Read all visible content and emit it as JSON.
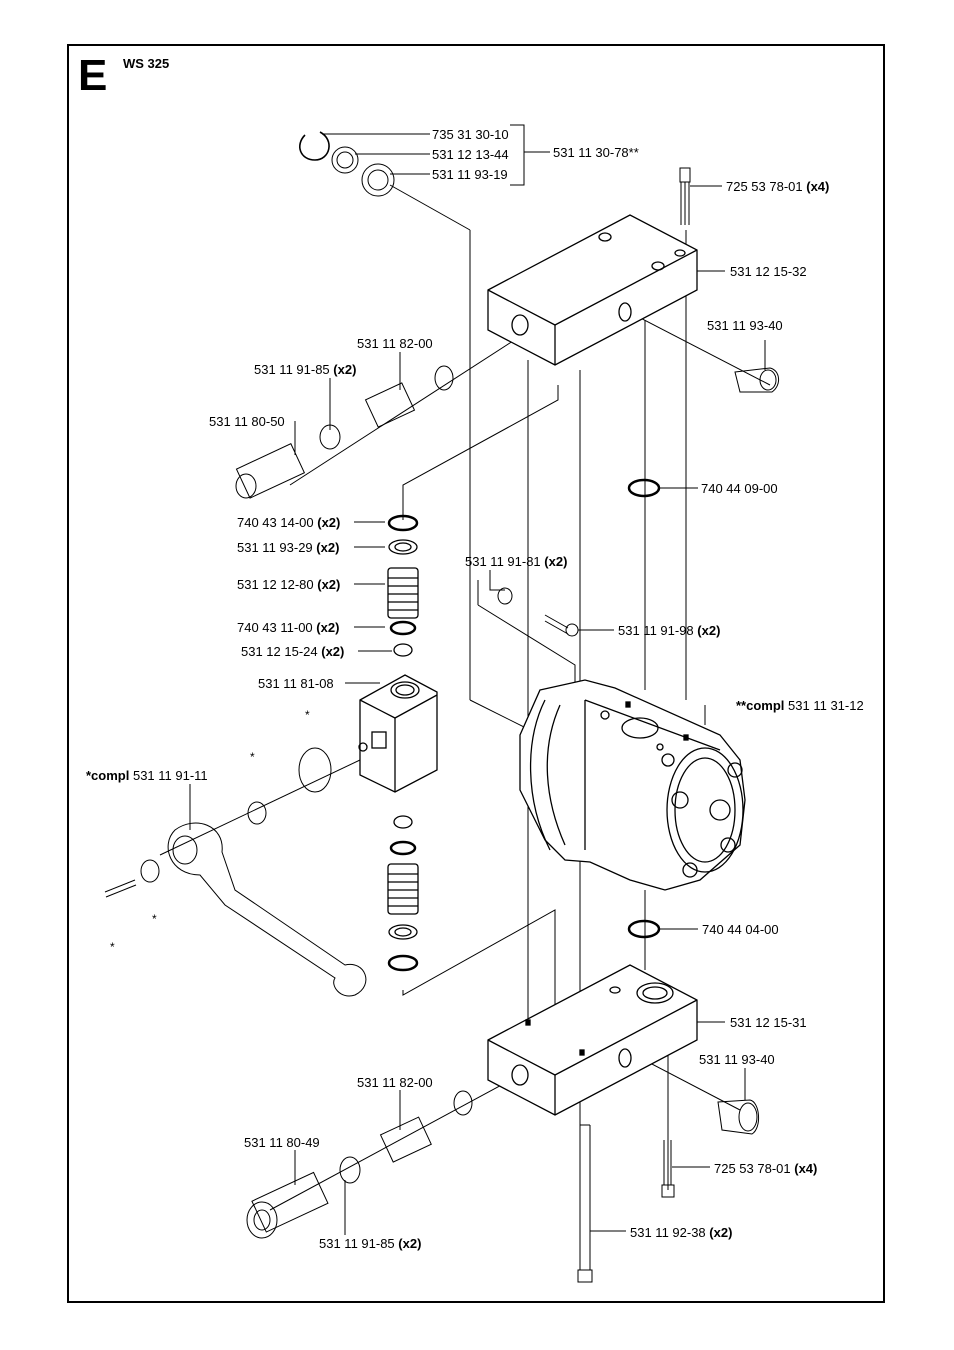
{
  "section": "E",
  "model": "WS 325",
  "parts": [
    {
      "id": "p1",
      "num": "735 31 30-10",
      "qty": ""
    },
    {
      "id": "p2",
      "num": "531 12 13-44",
      "qty": ""
    },
    {
      "id": "p3",
      "num": "531 11 93-19",
      "qty": ""
    },
    {
      "id": "p4",
      "num": "531 11 30-78**",
      "qty": ""
    },
    {
      "id": "p5",
      "num": "725 53 78-01",
      "qty": "(x4)"
    },
    {
      "id": "p6",
      "num": "531 12 15-32",
      "qty": ""
    },
    {
      "id": "p7",
      "num": "531 11 93-40",
      "qty": ""
    },
    {
      "id": "p8",
      "num": "531 11 82-00",
      "qty": ""
    },
    {
      "id": "p9",
      "num": "531 11 91-85",
      "qty": "(x2)"
    },
    {
      "id": "p10",
      "num": "531 11 80-50",
      "qty": ""
    },
    {
      "id": "p11",
      "num": "740 44 09-00",
      "qty": ""
    },
    {
      "id": "p12",
      "num": "740 43 14-00",
      "qty": "(x2)"
    },
    {
      "id": "p13",
      "num": "531 11 93-29",
      "qty": "(x2)"
    },
    {
      "id": "p14",
      "num": "531 11 91-81",
      "qty": "(x2)"
    },
    {
      "id": "p15",
      "num": "531 12 12-80",
      "qty": "(x2)"
    },
    {
      "id": "p16",
      "num": "531 11 91-98",
      "qty": "(x2)"
    },
    {
      "id": "p17",
      "num": "740 43 11-00",
      "qty": "(x2)"
    },
    {
      "id": "p18",
      "num": "531 12 15-24",
      "qty": "(x2)"
    },
    {
      "id": "p19",
      "num": "531 11 81-08",
      "qty": ""
    },
    {
      "id": "p20",
      "num": "531 11 31-12",
      "qty": "",
      "prefix": "**compl"
    },
    {
      "id": "p21",
      "num": "531 11 91-11",
      "qty": "",
      "prefix": "*compl"
    },
    {
      "id": "p22",
      "num": "740 44 04-00",
      "qty": ""
    },
    {
      "id": "p23",
      "num": "531 12 15-31",
      "qty": ""
    },
    {
      "id": "p24",
      "num": "531 11 93-40",
      "qty": ""
    },
    {
      "id": "p25",
      "num": "531 11 82-00",
      "qty": ""
    },
    {
      "id": "p26",
      "num": "531 11 80-49",
      "qty": ""
    },
    {
      "id": "p27",
      "num": "725 53 78-01",
      "qty": "(x4)"
    },
    {
      "id": "p28",
      "num": "531 11 92-38",
      "qty": "(x2)"
    },
    {
      "id": "p29",
      "num": "531 11 91-85",
      "qty": "(x2)"
    }
  ],
  "star_mark": "*"
}
